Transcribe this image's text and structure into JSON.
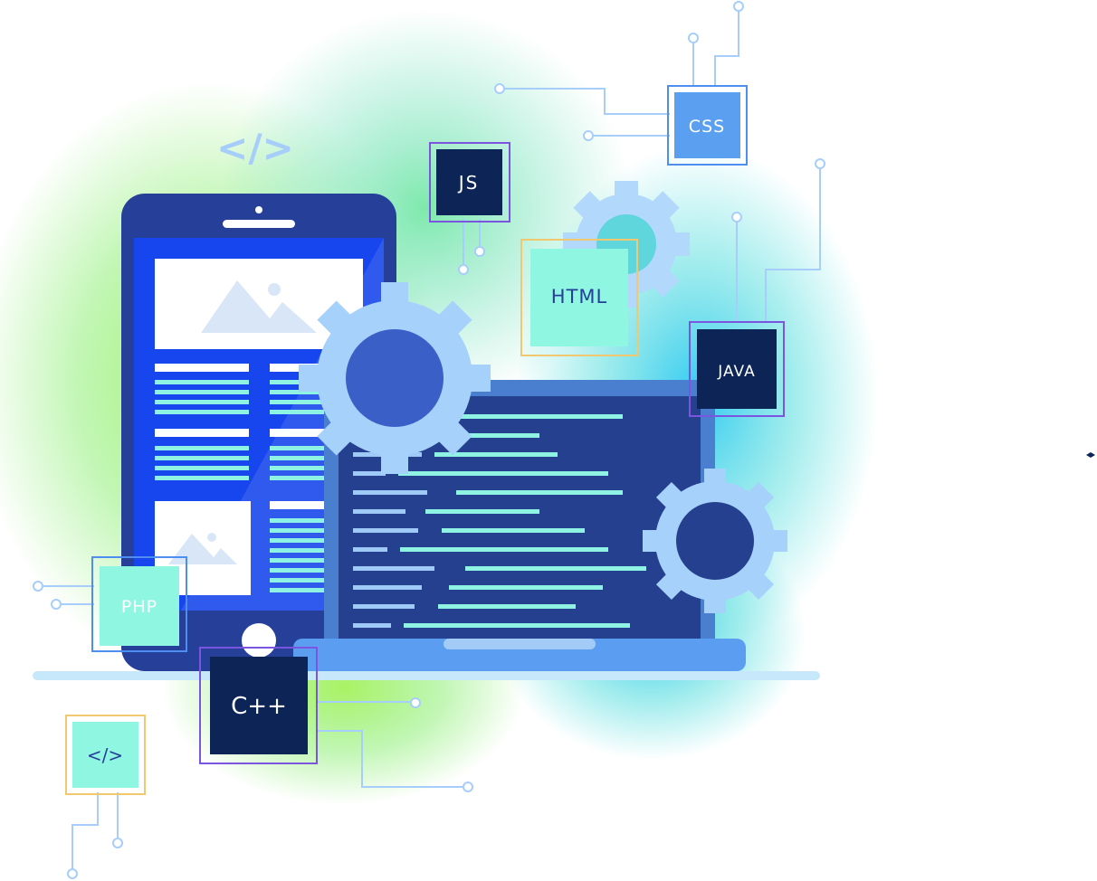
{
  "labels": {
    "css": "CSS",
    "js": "JS",
    "html": "HTML",
    "java": "JAVA",
    "php": "PHP",
    "cpp": "C++",
    "code_tag": "</>",
    "code_tag_header": "</>"
  },
  "icons": {
    "gears": [
      "large-gear-icon",
      "small-gear-icon",
      "medium-gear-icon"
    ],
    "image": "image-placeholder-icon",
    "circuit": "circuit-trace-icon"
  },
  "colors": {
    "navy": "#0c2456",
    "tablet_frame": "#26409a",
    "tablet_screen": "#1745ee",
    "laptop_screen": "#25408f",
    "laptop_base": "#5b9df0",
    "gear": "#a6d1fb",
    "code_line_cyan": "#8ef3e3",
    "code_line_light": "#9fc9f7",
    "circuit_line": "#a7cdfb",
    "css_box": "#5a9ff0",
    "html_box": "#8ef6e1",
    "php_box": "#8ef6e1",
    "tag_box": "#8ef6e1",
    "html_border": "#f1c770",
    "tag_border": "#f1c770",
    "purple_border": "#7b55df",
    "blue_border": "#4d8ef0"
  }
}
